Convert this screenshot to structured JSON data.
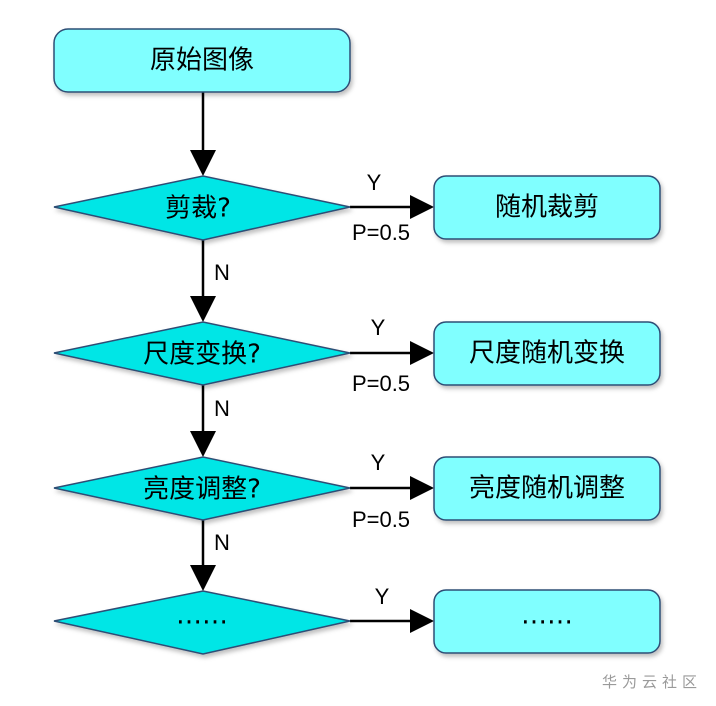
{
  "colors": {
    "node_fill": "#80ffff",
    "diamond_fill": "#00e6e6",
    "stroke": "#2d4e75",
    "arrow": "#000000"
  },
  "nodes": {
    "start": "原始图像",
    "decision_crop": "剪裁?",
    "decision_scale": "尺度变换?",
    "decision_brightness": "亮度调整?",
    "decision_more": "……",
    "action_crop": "随机裁剪",
    "action_scale": "尺度随机变换",
    "action_brightness": "亮度随机调整",
    "action_more": "……"
  },
  "edges": {
    "yes_label": "Y",
    "no_label": "N",
    "probability": "P=0.5"
  },
  "watermark": "华为云社区"
}
